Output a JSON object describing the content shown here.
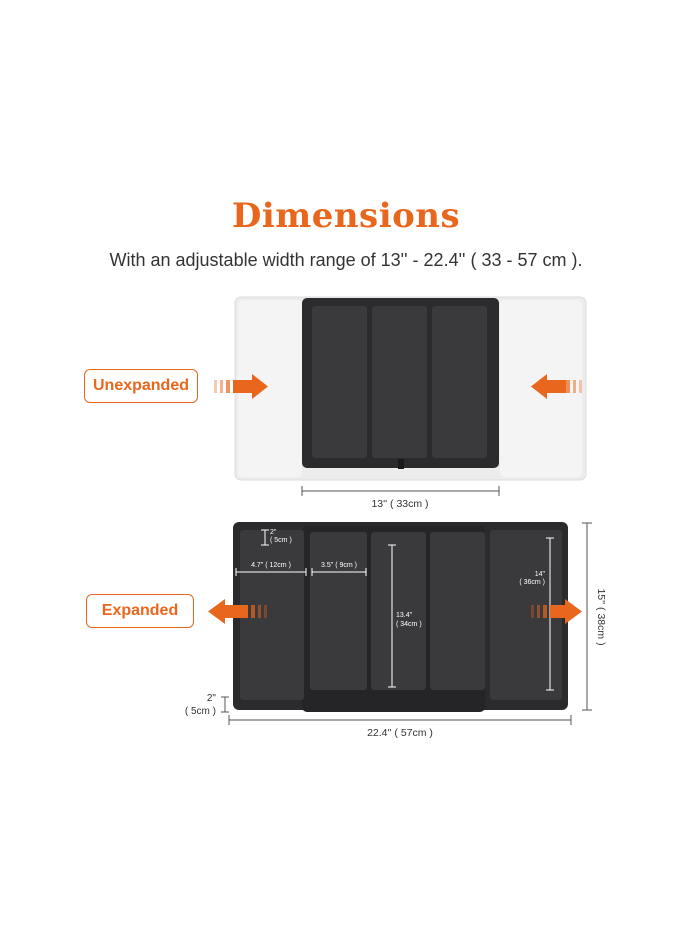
{
  "heading": {
    "title": "Dimensions",
    "subtitle": "With an adjustable width range of 13'' - 22.4'' ( 33 - 57 cm )."
  },
  "states": {
    "unexpanded": {
      "label": "Unexpanded",
      "width_label": "13'' ( 33cm )"
    },
    "expanded": {
      "label": "Expanded",
      "width_label": "22.4'' ( 57cm )"
    }
  },
  "dimensions": {
    "wall_height": {
      "top": "2\"",
      "bottom": "( 5cm )"
    },
    "outer_wall_height": {
      "top": "2\"",
      "bottom": "( 5cm )"
    },
    "side_compartment_width": "4.7\" ( 12cm )",
    "middle_compartment_width": "3.5\" ( 9cm )",
    "middle_compartment_length": {
      "top": "13.4\"",
      "bottom": "( 34cm )"
    },
    "side_compartment_length": {
      "top": "14\"",
      "bottom": "( 36cm )"
    },
    "depth": "15'' ( 38cm )"
  },
  "colors": {
    "accent": "#e8671d",
    "tray": "#2b2b2d",
    "tray_inner": "#3a3a3c",
    "ghost_tray": "#ececec"
  }
}
